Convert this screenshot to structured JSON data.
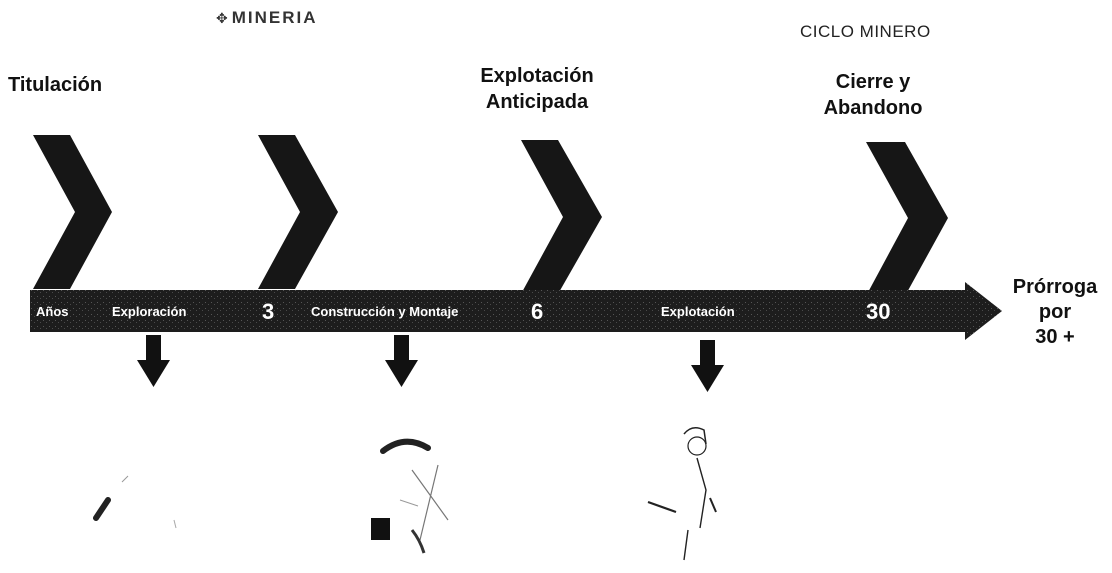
{
  "header": {
    "logo_text": "MINERIA",
    "cycle_title": "CICLO MINERO"
  },
  "stages": {
    "titulacion": "Titulación",
    "explotacion_anticipada_1": "Explotación",
    "explotacion_anticipada_2": "Anticipada",
    "cierre_1": "Cierre y",
    "cierre_2": "Abandono"
  },
  "timeline": {
    "years_label": "Años",
    "exploracion": "Exploración",
    "year_3": "3",
    "construccion": "Construcción y Montaje",
    "year_6": "6",
    "explotacion": "Explotación",
    "year_30": "30"
  },
  "extension": {
    "line1": "Prórroga",
    "line2": "por",
    "line3": "30 +"
  },
  "colors": {
    "bar": "#1a1a1a",
    "chevron": "#161616"
  },
  "icons": [
    "chevron-right-icon",
    "arrow-down-icon",
    "worker-icon"
  ]
}
